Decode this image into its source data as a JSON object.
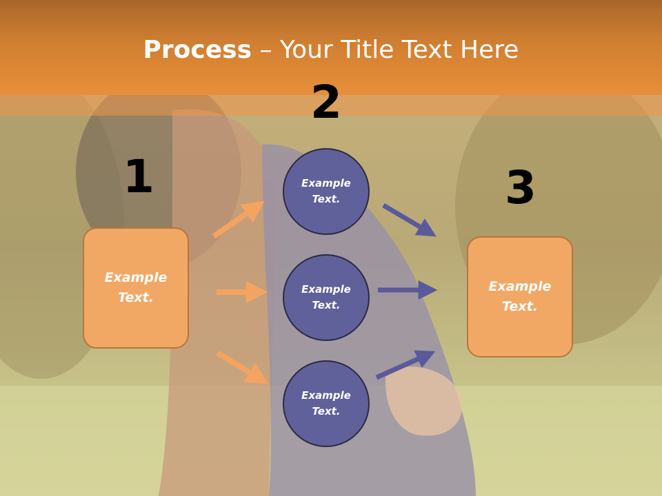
{
  "title": {
    "bold": "Process",
    "rest": " – Your Title Text Here"
  },
  "steps": [
    {
      "number": "1",
      "label": "Example\nText."
    },
    {
      "number": "2",
      "items": [
        "Example\nText.",
        "Example\nText.",
        "Example\nText."
      ]
    },
    {
      "number": "3",
      "label": "Example\nText."
    }
  ],
  "colors": {
    "accent_orange": "#e88f3a",
    "box_fill": "#f2a865",
    "circle_fill": "#60619a",
    "arrow_orange": "#f4a460",
    "arrow_purple": "#5a5a9a"
  }
}
